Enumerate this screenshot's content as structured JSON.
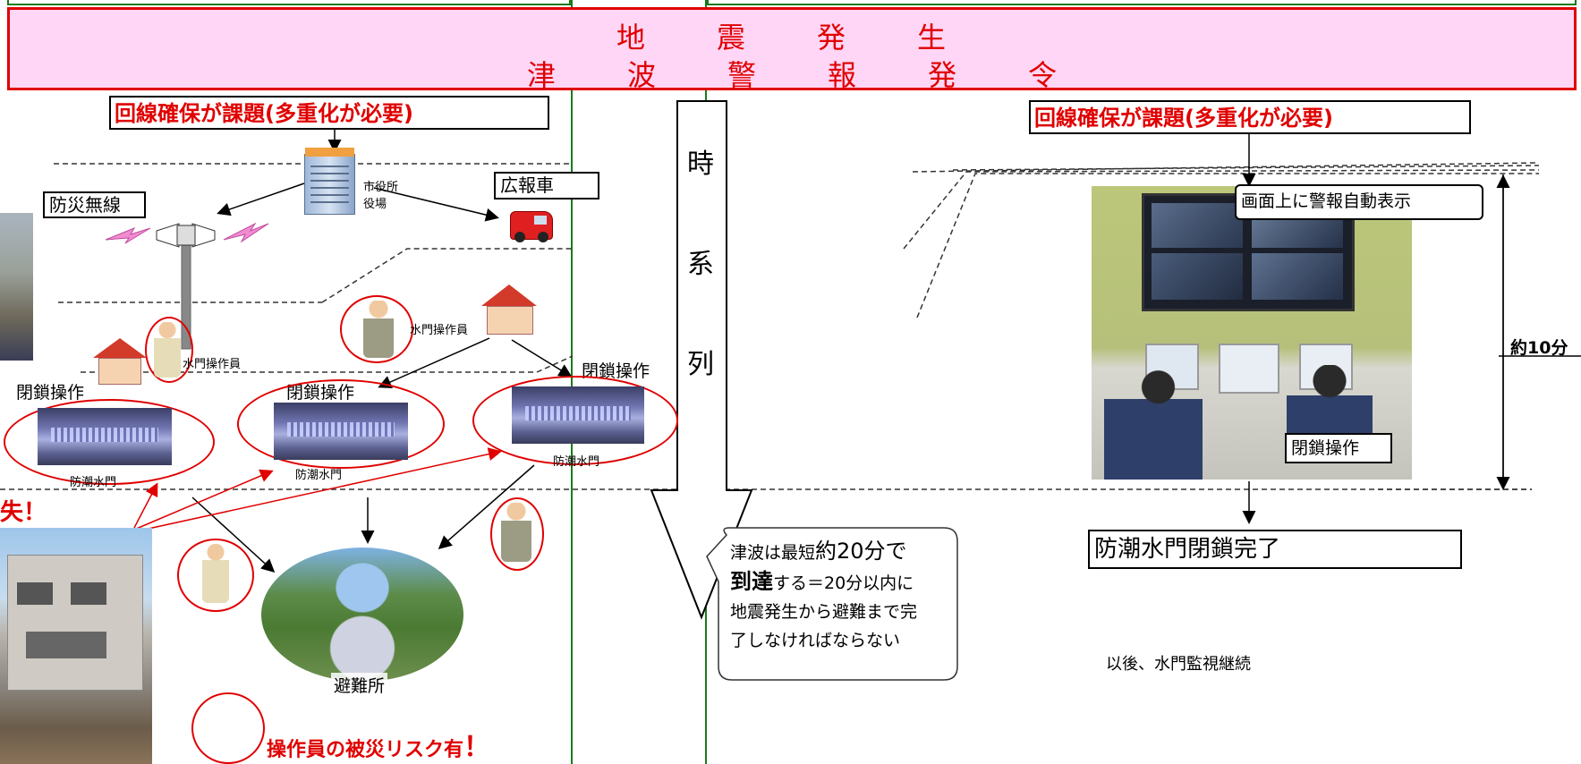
{
  "header": {
    "line1": [
      "地",
      "震",
      "発",
      "生"
    ],
    "line2": [
      "津",
      "波",
      "警",
      "報",
      "発",
      "令"
    ]
  },
  "left": {
    "line_issue": "回線確保が課題(多重化が必要)",
    "bousai_musen": "防災無線",
    "city_hall": [
      "市役所",
      "役場"
    ],
    "pr_car": "広報車",
    "operator_label_1": "水門操作員",
    "operator_label_2": "水門操作員",
    "close_op_1": "閉鎖操作",
    "close_op_2": "閉鎖操作",
    "close_op_3": "閉鎖操作",
    "gate_label_1": "防潮水門",
    "gate_label_2": "防潮水門",
    "gate_label_3": "防潮水門",
    "loss_fragment": "失！",
    "shelter": "避難所",
    "risk": "操作員の被災リスク有",
    "risk_mark": "！"
  },
  "center": {
    "timeline_chars": [
      "時",
      "系",
      "列"
    ],
    "callout": {
      "l1a": "津波は最短",
      "l1b": "約20分で",
      "l2a": "到達",
      "l2b": "する＝20分以内に",
      "l3": "地震発生から避難まで完",
      "l4": "了しなければならない"
    }
  },
  "right": {
    "line_issue": "回線確保が課題(多重化が必要)",
    "auto_display": "画面上に警報自動表示",
    "close_op": "閉鎖操作",
    "about_10min": "約10分",
    "gate_close_done": "防潮水門閉鎖完了",
    "monitoring": "以後、水門監視継続"
  },
  "colors": {
    "accent_red": "#e00000",
    "header_pink": "#ffd6f5",
    "divider_green": "#1a7a1a"
  }
}
